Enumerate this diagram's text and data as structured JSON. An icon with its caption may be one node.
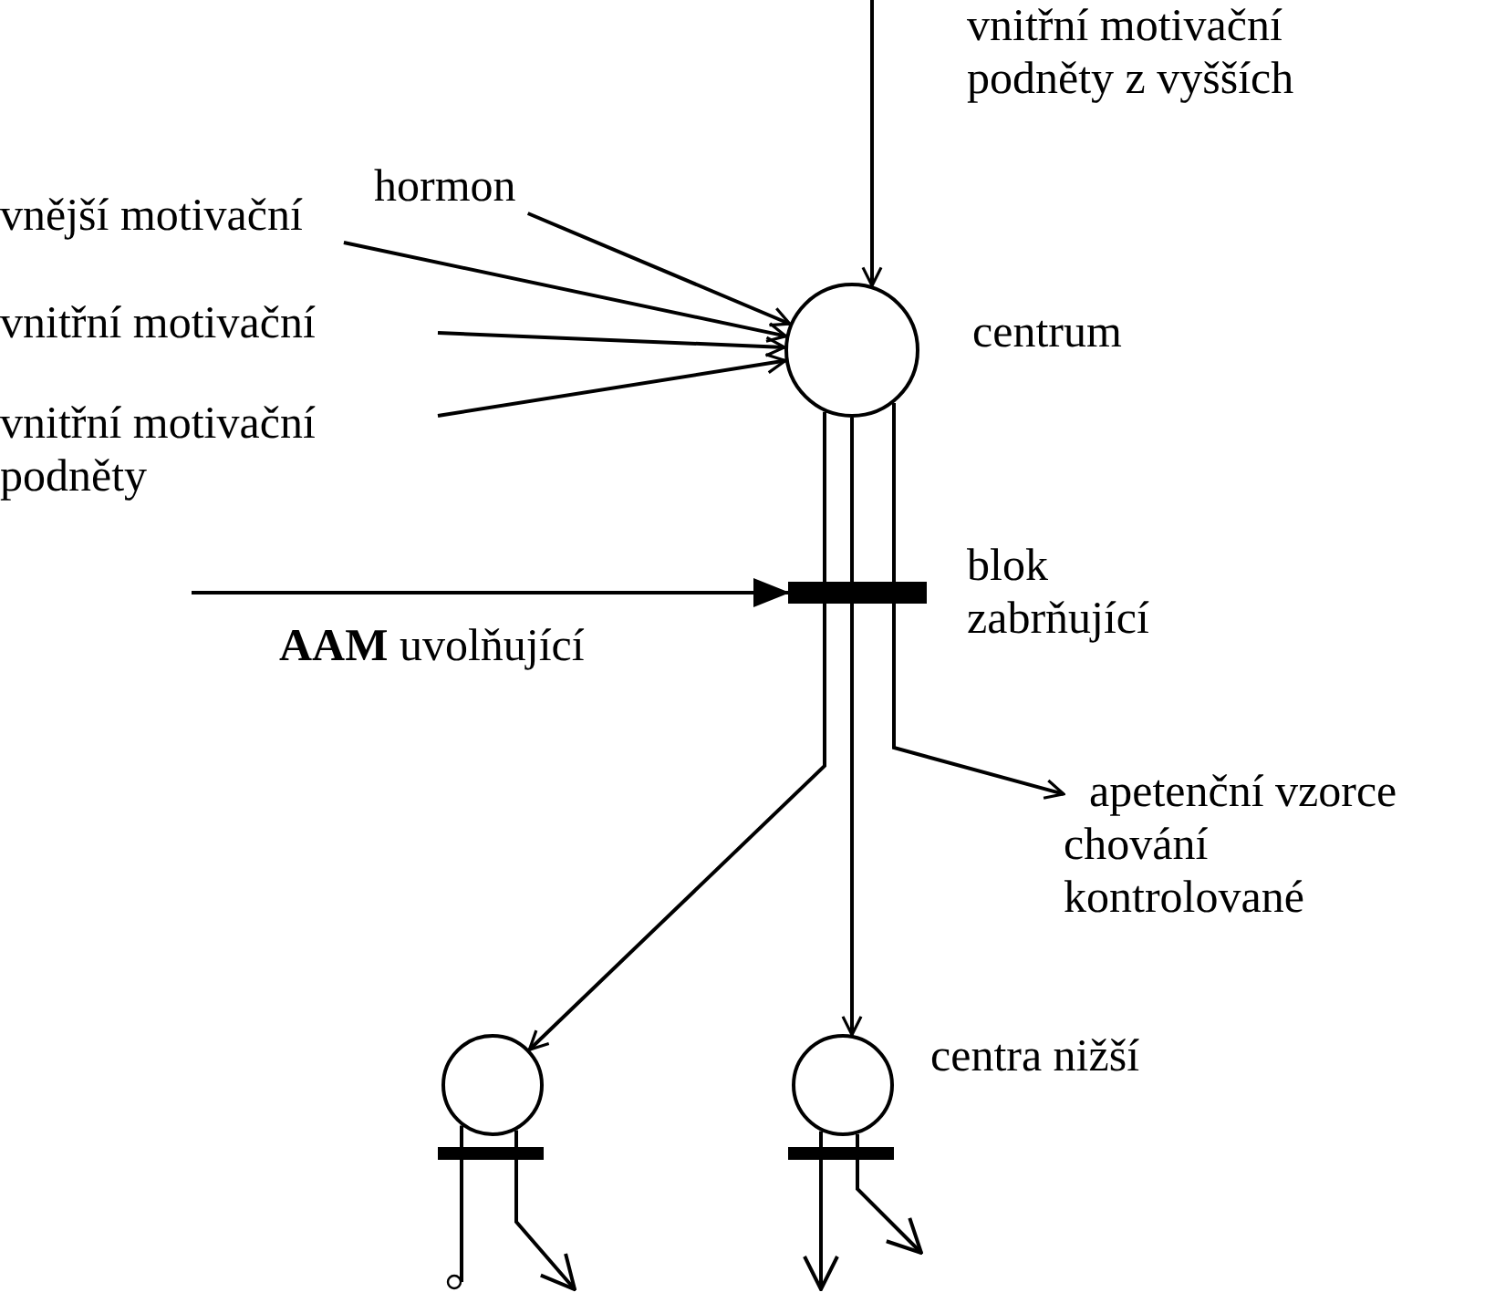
{
  "diagram": {
    "nodes": [
      {
        "text": [
          "hormon"
        ]
      },
      {
        "text": [
          "vnější motivační"
        ]
      },
      {
        "text": [
          "vnitřní motivační"
        ]
      },
      {
        "text": [],
        "shape": "circle",
        "beside": [
          "centrum"
        ]
      },
      {
        "text": [
          "vnitřní motivační podněty"
        ]
      },
      {
        "text": [],
        "shape": "bar",
        "beside": [
          "blok zabrňující"
        ]
      },
      {
        "text": [
          "apetenční vzorce chování kontrolované"
        ]
      },
      {
        "text": [],
        "shape": "circle"
      },
      {
        "text": [],
        "shape": "circle",
        "beside": [
          "centra nižší"
        ]
      },
      {
        "text": [],
        "shape": "bar"
      },
      {
        "text": [],
        "shape": "bar"
      }
    ],
    "edges": [
      {
        "from": null,
        "to": 3,
        "arrow": "to"
      },
      {
        "from": 0,
        "to": 3,
        "arrow": "to"
      },
      {
        "from": 1,
        "to": 3,
        "arrow": "to"
      },
      {
        "from": 2,
        "to": 3,
        "arrow": "to"
      },
      {
        "from": 4,
        "to": 3,
        "arrow": "to"
      },
      {
        "from": null,
        "to": 5,
        "arrow": "to"
      },
      {
        "from": 3,
        "to": 7,
        "arrow": "to"
      },
      {
        "from": 3,
        "to": 8,
        "arrow": "to"
      },
      {
        "from": 3,
        "to": 6,
        "arrow": "to"
      },
      {
        "from": 7,
        "to": null,
        "arrow": "other"
      },
      {
        "from": 7,
        "to": null,
        "arrow": "to"
      },
      {
        "from": 8,
        "to": null,
        "arrow": "to"
      },
      {
        "from": 8,
        "to": null,
        "arrow": "to"
      }
    ],
    "labels": [
      "vnitřní motivační podněty z vyšších",
      "**AAM** uvolňující"
    ]
  }
}
